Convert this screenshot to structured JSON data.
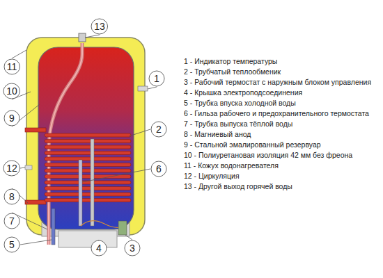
{
  "diagram": {
    "nodes": [
      {
        "text": [
          "13"
        ]
      },
      {
        "text": [
          "11"
        ]
      },
      {
        "text": [
          "1"
        ]
      },
      {
        "text": [
          "10"
        ]
      },
      {
        "text": [
          "9"
        ]
      },
      {
        "text": [
          "2"
        ]
      },
      {
        "text": [
          "12"
        ]
      },
      {
        "text": [
          "6"
        ]
      },
      {
        "text": [
          "8"
        ]
      },
      {
        "text": [
          "7"
        ]
      },
      {
        "text": [
          "5"
        ]
      },
      {
        "text": [
          "4"
        ]
      },
      {
        "text": [
          "3"
        ]
      }
    ],
    "labels": [
      "1 - Индикатор температуры",
      "2 - Трубчатый теплообменик",
      "3 - Рабочий термостат с наружным блоком управления",
      "4 - Крышка электроподсоединения",
      "5 - Трубка впуска холодной воды",
      "6 - Гильза рабочего и предохранительного термостата",
      "7 - Трубка выпуска тёплой воды",
      "8 - Магниевый анод",
      "9 - Стальной эмалированный резервуар",
      "10 - Полиуретановая изоляция 42 мм без фреона",
      "11 - Кожух водонагревателя",
      "12 - Циркуляция",
      "13 - Другой выход горячей воды"
    ]
  }
}
